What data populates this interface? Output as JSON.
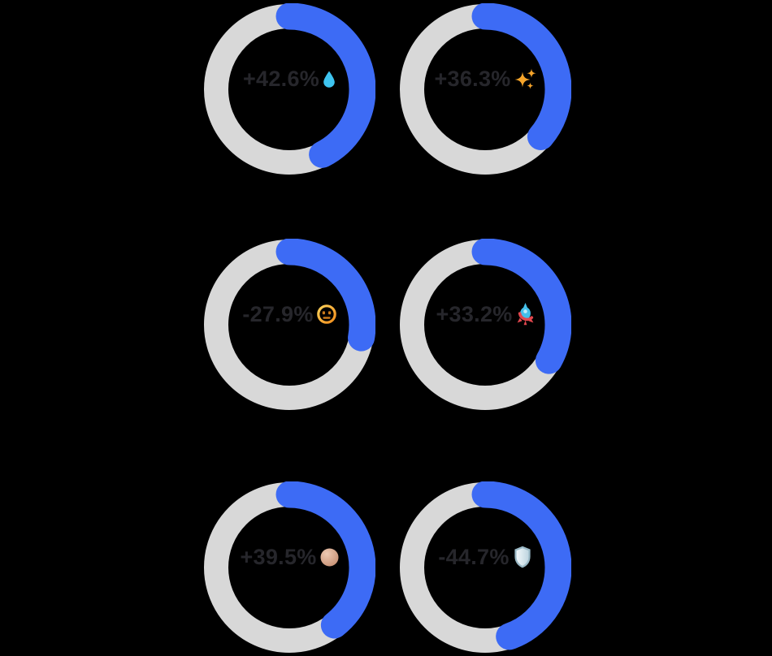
{
  "background": "#000000",
  "chart_data": {
    "type": "donut",
    "description": "Six donut progress rings in a 3x2 grid; blue arc starts at 12 o'clock and sweeps clockwise proportional to the absolute percentage shown in the center label",
    "layout": {
      "rows": 3,
      "columns": 2
    },
    "value_range": [
      0,
      100
    ],
    "grid": false,
    "legend": "none",
    "colors": {
      "track": "#D8D8D8",
      "progress": "#3D6BF5",
      "label_text": "#26262B",
      "background": "#000000"
    },
    "donuts": [
      {
        "label": "+42.6%",
        "value": 42.6,
        "arc_percent": 42.6,
        "icon": "droplet",
        "icon_colors": [
          "#3EC4F0"
        ]
      },
      {
        "label": "+36.3%",
        "value": 36.3,
        "arc_percent": 36.3,
        "icon": "sparkles",
        "icon_colors": [
          "#F6A42A"
        ]
      },
      {
        "label": "-27.9%",
        "value": -27.9,
        "arc_percent": 27.9,
        "icon": "neutral-face",
        "icon_colors": [
          "#FFD45C",
          "#F08C1B",
          "#C8791B"
        ]
      },
      {
        "label": "+33.2%",
        "value": 33.2,
        "arc_percent": 33.2,
        "icon": "rocket",
        "icon_colors": [
          "#45C0EA",
          "#E2474E"
        ]
      },
      {
        "label": "+39.5%",
        "value": 39.5,
        "arc_percent": 39.5,
        "icon": "tan-circle",
        "icon_colors": [
          "#EDC9B2",
          "#C48C6F"
        ]
      },
      {
        "label": "-44.7%",
        "value": -44.7,
        "arc_percent": 44.7,
        "icon": "shield",
        "icon_colors": [
          "#9BBAC7",
          "#F1F7FA",
          "#BFD6E0"
        ]
      }
    ]
  }
}
